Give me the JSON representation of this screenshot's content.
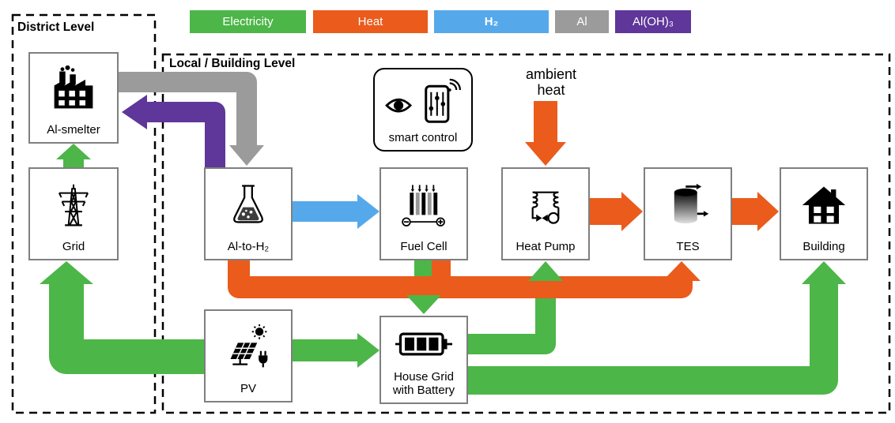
{
  "legend": {
    "items": [
      {
        "label": "Electricity",
        "color": "#4cb648"
      },
      {
        "label": "Heat",
        "color": "#ea5b1c"
      },
      {
        "label": "H₂",
        "color": "#55a9ea"
      },
      {
        "label": "Al",
        "color": "#9b9b9b"
      },
      {
        "label": "Al(OH)₃",
        "color": "#5f3699"
      }
    ]
  },
  "groups": {
    "district": {
      "label": "District Level"
    },
    "local": {
      "label": "Local / Building Level"
    }
  },
  "nodes": {
    "al_smelter": {
      "label": "Al-smelter"
    },
    "grid": {
      "label": "Grid"
    },
    "al_to_h2": {
      "label": "Al-to-H₂"
    },
    "smart_control": {
      "label": "smart control"
    },
    "fuel_cell": {
      "label": "Fuel Cell"
    },
    "heat_pump": {
      "label": "Heat Pump"
    },
    "tes": {
      "label": "TES"
    },
    "building": {
      "label": "Building"
    },
    "pv": {
      "label": "PV"
    },
    "house_grid": {
      "label": "House Grid with Battery"
    }
  },
  "annotations": {
    "ambient_heat": "ambient heat"
  }
}
